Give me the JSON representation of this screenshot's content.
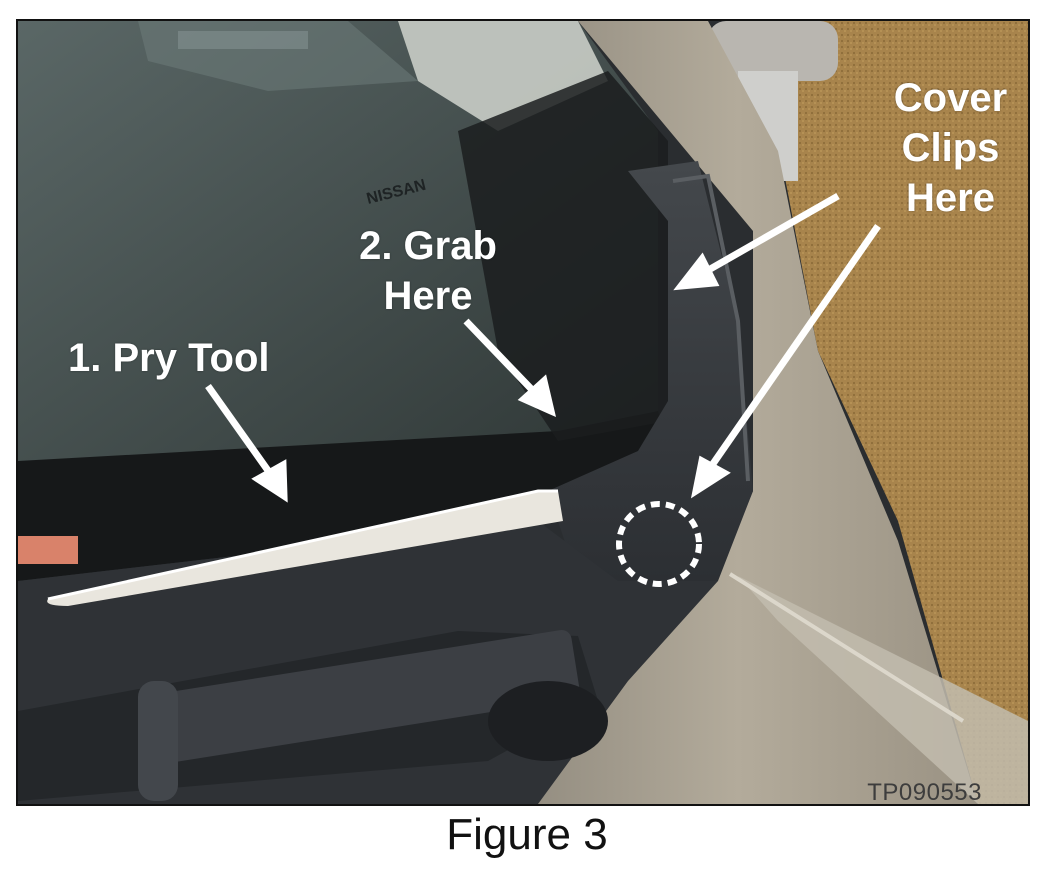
{
  "figure": {
    "caption": "Figure 3",
    "watermark": "TP090553"
  },
  "photo": {
    "brand_text": "NISSAN",
    "callouts": {
      "pry_tool": "1. Pry Tool",
      "grab_line1": "2. Grab",
      "grab_line2": "Here",
      "cover_line1": "Cover",
      "cover_line2": "Clips",
      "cover_line3": "Here"
    }
  },
  "colors": {
    "label_text": "#ffffff",
    "arrow": "#ffffff",
    "glass": "#4a5556",
    "cowl_trim": "#3b3e42",
    "body_paint": "#a9a192",
    "carpet": "#a8844c",
    "pry_tool": "#e9e6de"
  }
}
